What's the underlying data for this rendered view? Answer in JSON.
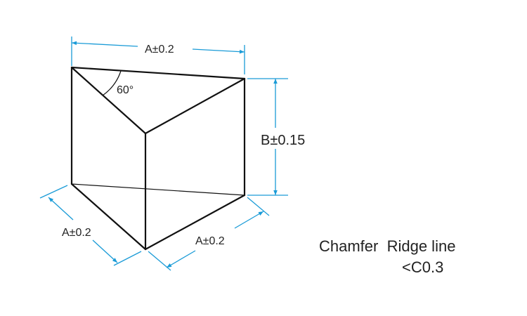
{
  "diagram": {
    "title": "Triangular prism dimension drawing",
    "dims": {
      "top_width": "A±0.2",
      "height": "B±0.15",
      "bottom_left": "A±0.2",
      "bottom_right": "A±0.2",
      "angle": "60°"
    },
    "note": {
      "line1": "Chamfer  Ridge line",
      "line2": "<C0.3"
    },
    "colors": {
      "dimension": "#1a9bd7",
      "edge": "#111111"
    }
  }
}
